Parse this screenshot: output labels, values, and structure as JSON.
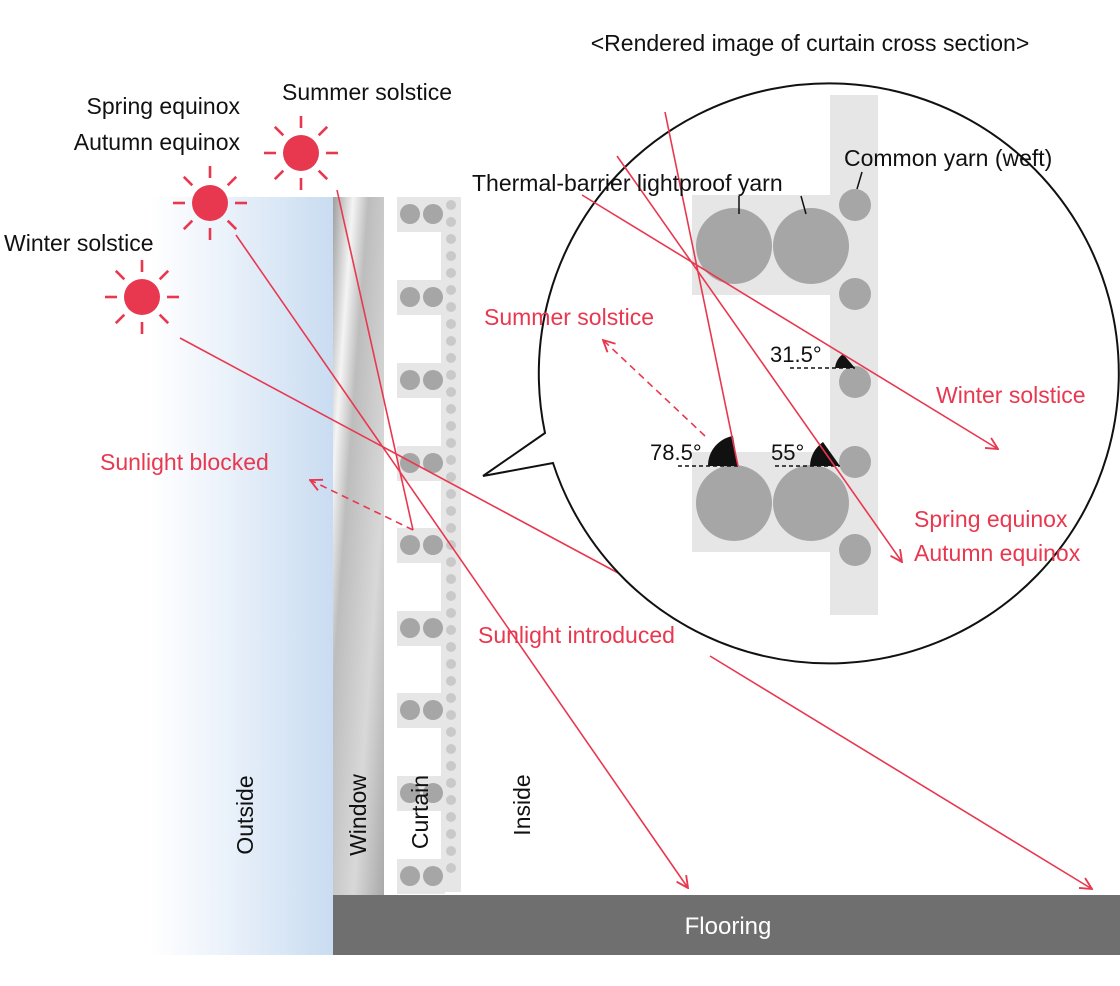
{
  "title": "<Rendered image of curtain cross section>",
  "colors": {
    "accent_red": "#e8384f",
    "yarn_gray": "#a6a6a6",
    "fabric_light": "#e6e6e6",
    "flooring_gray": "#6f6f6f",
    "outside_blue": "#c9dcf1"
  },
  "suns": {
    "summer": "Summer solstice",
    "equinox_line1": "Spring equinox",
    "equinox_line2": "Autumn equinox",
    "winter": "Winter solstice"
  },
  "labels": {
    "sunlight_blocked": "Sunlight blocked",
    "sunlight_introduced": "Sunlight introduced",
    "outside": "Outside",
    "window": "Window",
    "curtain": "Curtain",
    "inside": "Inside",
    "flooring": "Flooring"
  },
  "callout": {
    "common_yarn": "Common yarn (weft)",
    "thermal_yarn": "Thermal-barrier lightproof yarn",
    "summer": "Summer solstice",
    "winter": "Winter solstice",
    "equinox_line1": "Spring equinox",
    "equinox_line2": "Autumn equinox"
  },
  "angles": {
    "winter": "31.5°",
    "summer": "78.5°",
    "equinox": "55°"
  }
}
